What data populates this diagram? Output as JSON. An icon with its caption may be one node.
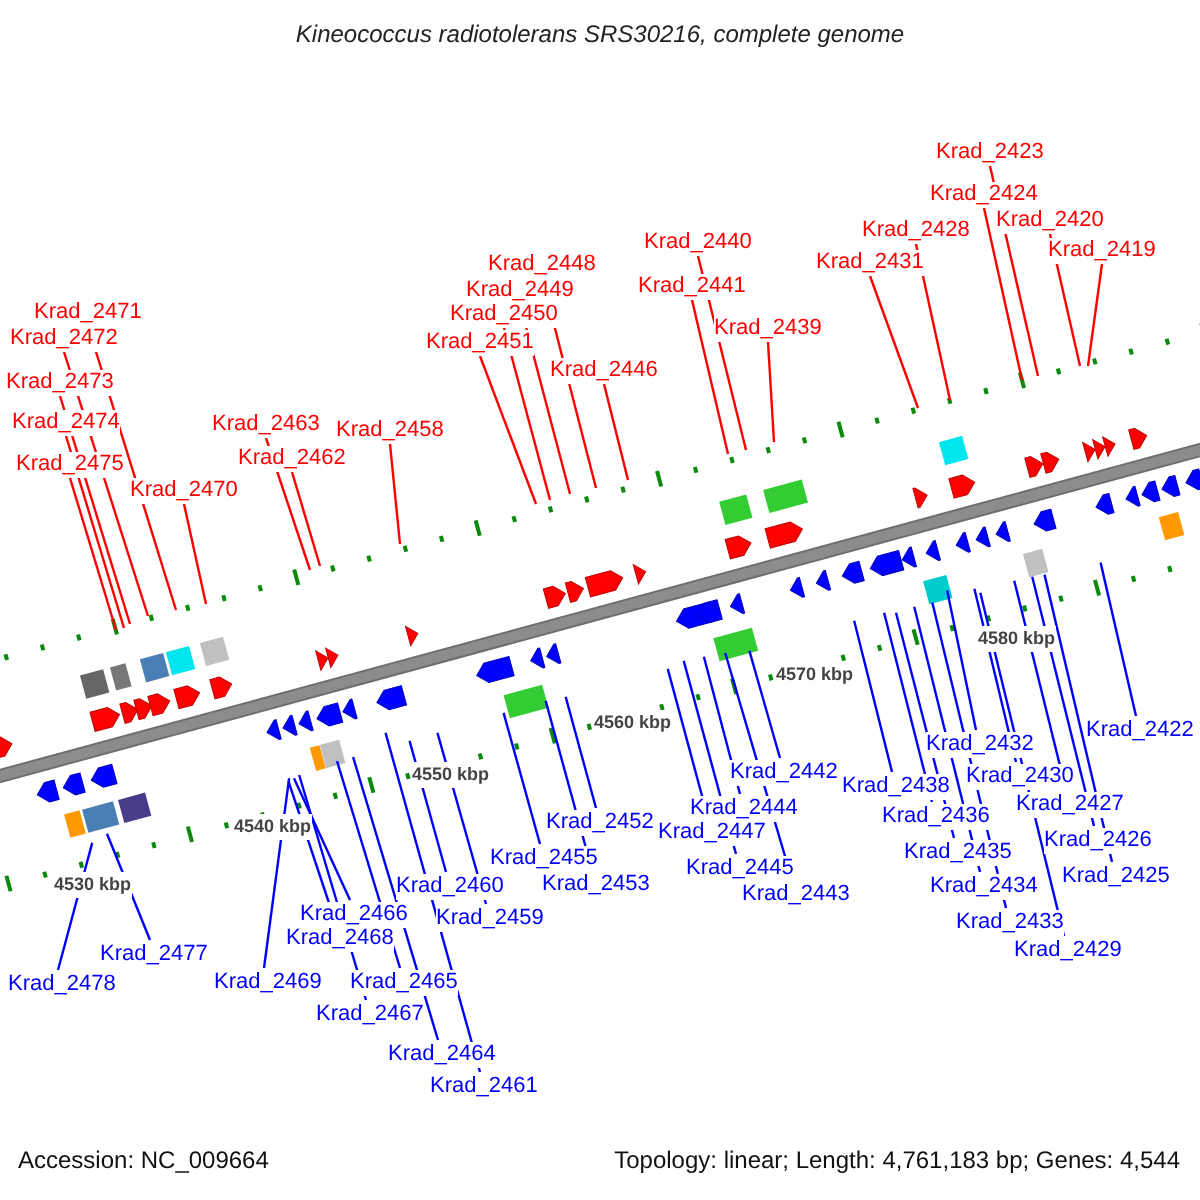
{
  "diagram": {
    "title": "Kineococcus radiotolerans SRS30216, complete genome",
    "nodes": [
      {
        "text": [
          "Krad_2423"
        ]
      },
      {
        "text": [
          "Krad_2424"
        ]
      },
      {
        "text": [
          "Krad_2420"
        ]
      },
      {
        "text": [
          "Krad_2428"
        ]
      },
      {
        "text": [
          "Krad_2440"
        ]
      },
      {
        "text": [
          "Krad_2419"
        ]
      },
      {
        "text": [
          "Krad_2431"
        ]
      },
      {
        "text": [
          "Krad_2448"
        ]
      },
      {
        "text": [
          "Krad_2441"
        ]
      },
      {
        "text": [
          "Krad_2449"
        ]
      },
      {
        "text": [
          "Krad_2471"
        ]
      },
      {
        "text": [
          "Krad_2450"
        ]
      },
      {
        "text": [
          "Krad_2439"
        ]
      },
      {
        "text": [
          "Krad_2472"
        ]
      },
      {
        "text": [
          "Krad_2451"
        ]
      },
      {
        "text": [
          "Krad_2446"
        ]
      },
      {
        "text": [
          "Krad_2473"
        ]
      },
      {
        "text": [
          "Krad_2474"
        ]
      },
      {
        "text": [
          "Krad_2463"
        ]
      },
      {
        "text": [
          "Krad_2458"
        ]
      },
      {
        "text": [
          "Krad_2462"
        ]
      },
      {
        "text": [
          "Krad_2475"
        ]
      },
      {
        "text": [
          "Krad_2470"
        ]
      },
      {
        "text": [
          "Krad_2422"
        ]
      },
      {
        "text": [
          "Krad_2432"
        ]
      },
      {
        "text": [
          "Krad_2442"
        ]
      },
      {
        "text": [
          "Krad_2430"
        ]
      },
      {
        "text": [
          "Krad_2438"
        ]
      },
      {
        "text": [
          "Krad_2427"
        ]
      },
      {
        "text": [
          "Krad_2444"
        ]
      },
      {
        "text": [
          "Krad_2436"
        ]
      },
      {
        "text": [
          "Krad_2452"
        ]
      },
      {
        "text": [
          "Krad_2447"
        ]
      },
      {
        "text": [
          "Krad_2426"
        ]
      },
      {
        "text": [
          "Krad_2435"
        ]
      },
      {
        "text": [
          "Krad_2455"
        ]
      },
      {
        "text": [
          "Krad_2445"
        ]
      },
      {
        "text": [
          "Krad_2425"
        ]
      },
      {
        "text": [
          "Krad_2453"
        ]
      },
      {
        "text": [
          "Krad_2460"
        ]
      },
      {
        "text": [
          "Krad_2434"
        ]
      },
      {
        "text": [
          "Krad_2443"
        ]
      },
      {
        "text": [
          "Krad_2466"
        ]
      },
      {
        "text": [
          "Krad_2459"
        ]
      },
      {
        "text": [
          "Krad_2433"
        ]
      },
      {
        "text": [
          "Krad_2468"
        ]
      },
      {
        "text": [
          "Krad_2429"
        ]
      },
      {
        "text": [
          "Krad_2477"
        ]
      },
      {
        "text": [
          "Krad_2469"
        ]
      },
      {
        "text": [
          "Krad_2465"
        ]
      },
      {
        "text": [
          "Krad_2478"
        ]
      },
      {
        "text": [
          "Krad_2467"
        ]
      },
      {
        "text": [
          "Krad_2464"
        ]
      },
      {
        "text": [
          "Krad_2461"
        ]
      }
    ],
    "edges": [
      {
        "from": 0,
        "to": null,
        "arrow": "none",
        "color": "#ff0000"
      },
      {
        "from": 1,
        "to": null,
        "arrow": "none",
        "color": "#ff0000"
      },
      {
        "from": 2,
        "to": null,
        "arrow": "none",
        "color": "#ff0000"
      },
      {
        "from": 3,
        "to": null,
        "arrow": "none",
        "color": "#ff0000"
      },
      {
        "from": 4,
        "to": null,
        "arrow": "none",
        "color": "#ff0000"
      },
      {
        "from": 5,
        "to": null,
        "arrow": "none",
        "color": "#ff0000"
      },
      {
        "from": 6,
        "to": null,
        "arrow": "none",
        "color": "#ff0000"
      },
      {
        "from": 7,
        "to": null,
        "arrow": "none",
        "color": "#ff0000"
      },
      {
        "from": 8,
        "to": null,
        "arrow": "none",
        "color": "#ff0000"
      },
      {
        "from": 9,
        "to": null,
        "arrow": "none",
        "color": "#ff0000"
      },
      {
        "from": 10,
        "to": null,
        "arrow": "none",
        "color": "#ff0000"
      },
      {
        "from": 11,
        "to": null,
        "arrow": "none",
        "color": "#ff0000"
      },
      {
        "from": 12,
        "to": null,
        "arrow": "none",
        "color": "#ff0000"
      },
      {
        "from": 13,
        "to": null,
        "arrow": "none",
        "color": "#ff0000"
      },
      {
        "from": 14,
        "to": null,
        "arrow": "none",
        "color": "#ff0000"
      },
      {
        "from": 15,
        "to": null,
        "arrow": "none",
        "color": "#ff0000"
      },
      {
        "from": 16,
        "to": null,
        "arrow": "none",
        "color": "#ff0000"
      },
      {
        "from": 17,
        "to": null,
        "arrow": "none",
        "color": "#ff0000"
      },
      {
        "from": 18,
        "to": null,
        "arrow": "none",
        "color": "#ff0000"
      },
      {
        "from": 19,
        "to": null,
        "arrow": "none",
        "color": "#ff0000"
      },
      {
        "from": 20,
        "to": null,
        "arrow": "none",
        "color": "#ff0000"
      },
      {
        "from": 21,
        "to": null,
        "arrow": "none",
        "color": "#ff0000"
      },
      {
        "from": 22,
        "to": null,
        "arrow": "none",
        "color": "#ff0000"
      },
      {
        "from": 23,
        "to": null,
        "arrow": "none"
      },
      {
        "from": 24,
        "to": null,
        "arrow": "none"
      },
      {
        "from": 25,
        "to": null,
        "arrow": "none"
      },
      {
        "from": 26,
        "to": null,
        "arrow": "none"
      },
      {
        "from": 27,
        "to": null,
        "arrow": "none"
      },
      {
        "from": 28,
        "to": null,
        "arrow": "none"
      },
      {
        "from": 29,
        "to": null,
        "arrow": "none"
      },
      {
        "from": 30,
        "to": null,
        "arrow": "none"
      },
      {
        "from": 31,
        "to": null,
        "arrow": "none"
      },
      {
        "from": 32,
        "to": null,
        "arrow": "none"
      },
      {
        "from": 33,
        "to": null,
        "arrow": "none"
      },
      {
        "from": 34,
        "to": null,
        "arrow": "none"
      },
      {
        "from": 35,
        "to": null,
        "arrow": "none"
      },
      {
        "from": 36,
        "to": null,
        "arrow": "none"
      },
      {
        "from": 37,
        "to": null,
        "arrow": "none"
      },
      {
        "from": 38,
        "to": null,
        "arrow": "none"
      },
      {
        "from": 39,
        "to": null,
        "arrow": "none"
      },
      {
        "from": 40,
        "to": null,
        "arrow": "none"
      },
      {
        "from": 41,
        "to": null,
        "arrow": "none"
      },
      {
        "from": 42,
        "to": null,
        "arrow": "none"
      },
      {
        "from": 43,
        "to": null,
        "arrow": "none"
      },
      {
        "from": 44,
        "to": null,
        "arrow": "none"
      },
      {
        "from": 45,
        "to": null,
        "arrow": "none"
      },
      {
        "from": 46,
        "to": null,
        "arrow": "none"
      },
      {
        "from": 47,
        "to": null,
        "arrow": "none"
      },
      {
        "from": 48,
        "to": null,
        "arrow": "none"
      },
      {
        "from": 49,
        "to": null,
        "arrow": "none"
      },
      {
        "from": 50,
        "to": null,
        "arrow": "none"
      },
      {
        "from": 51,
        "to": null,
        "arrow": "none"
      },
      {
        "from": 52,
        "to": null,
        "arrow": "none"
      },
      {
        "from": 53,
        "to": null,
        "arrow": "none"
      }
    ],
    "labels": [
      "4580 kbp",
      "4570 kbp",
      "4560 kbp",
      "4550 kbp",
      "4540 kbp",
      "4530 kbp",
      "Accession: NC_009664",
      "Topology: linear; Length: 4,761,183 bp; Genes: 4,544"
    ]
  }
}
